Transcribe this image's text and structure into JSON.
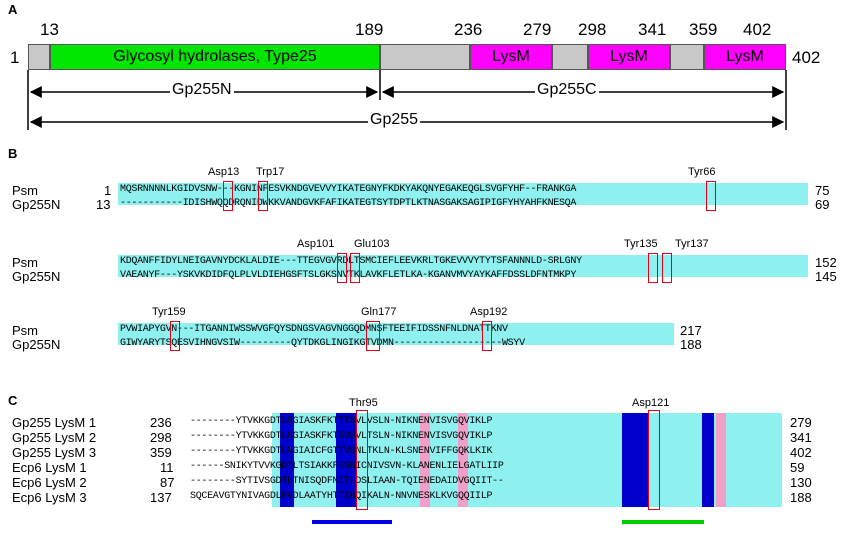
{
  "panel_a": {
    "letter": "A",
    "start": "1",
    "end": "402",
    "positions": [
      "13",
      "189",
      "236",
      "279",
      "298",
      "341",
      "359",
      "402"
    ],
    "domains": [
      {
        "label": "Glycosyl hydrolases, Type25",
        "color": "#00e600"
      },
      {
        "label": "LysM",
        "color": "#ff00ff"
      },
      {
        "label": "LysM",
        "color": "#ff00ff"
      },
      {
        "label": "LysM",
        "color": "#ff00ff"
      }
    ],
    "spacer_color": "#c8c8c8",
    "spans": [
      "Gp255N",
      "Gp255C",
      "Gp255"
    ]
  },
  "panel_b": {
    "letter": "B",
    "blocks": [
      {
        "residues": [
          "Asp13",
          "Trp17",
          "Tyr66"
        ],
        "rows": [
          {
            "name": "Psm",
            "start": "1",
            "seq": "MQSRNNNNLKGIDVSNW---KGNINFESVKNDGVEVVYIKATEGNYFKDKYAKQNYEGAKEQGLSVGFYHF--FRANKGA",
            "end": "75"
          },
          {
            "name": "Gp255N",
            "start": "13",
            "seq": "-----------IDISHWQQDRQNIDWKKVANDGVKFAFIKATEGTSYTDPTLKTNASGAKSAGIPIGFYHYAHFKNESQA",
            "end": "69"
          }
        ]
      },
      {
        "residues": [
          "Asp101",
          "Glu103",
          "Tyr135",
          "Tyr137"
        ],
        "rows": [
          {
            "name": "Psm",
            "start": "",
            "seq": "KDQANFFIDYLNEIGAVNYDCKLALDIE---TTEGVGVRDLTSMCIEFLEEVKRLTGKEVVVYTYTSFANNNLD-SRLGNY",
            "end": "152"
          },
          {
            "name": "Gp255N",
            "start": "",
            "seq": "VAEANYF---YSKVKDIDFQLPLVLDIEHGSFTSLGKSNVTKLAVKFLETLKA-KGANVMVYAYKAFFDSSLDFNTMKPY",
            "end": "145"
          }
        ]
      },
      {
        "residues": [
          "Tyr159",
          "Gln177",
          "Asp192"
        ],
        "rows": [
          {
            "name": "Psm",
            "start": "",
            "seq": "PVWIAPYGVN---ITGANNIWSSWVGFQYSDNGSVAGVNGGQDMNSFTEEIFIDSSNFNLDNATTKNV",
            "end": "217"
          },
          {
            "name": "Gp255N",
            "start": "",
            "seq": "GIWYARYTSQESVIHNGVSIW---------QYTDKGLINGIKGTVDMN-------------------WSYV",
            "end": "188"
          }
        ]
      }
    ]
  },
  "panel_c": {
    "letter": "C",
    "residues": [
      "Thr95",
      "Asp121"
    ],
    "rows": [
      {
        "name": "Gp255 LysM 1",
        "start": "236",
        "seq": "--------YTVKKGDTLGGIASKFKTTTSVLVSLN-NIKNENVISVGQVIKLP",
        "end": "279"
      },
      {
        "name": "Gp255 LysM 2",
        "start": "298",
        "seq": "--------YTVKKGDTLGGIASKFKTSVSVLTSLN-NIKNENVISVGQVIKLP",
        "end": "341"
      },
      {
        "name": "Gp255 LysM 3",
        "start": "359",
        "seq": "--------YTVKKGDTLNGIAICFGTTVSNLTKLN-KLSNENVIFFGQKLKIK",
        "end": "402"
      },
      {
        "name": "Ecp6 LysM 1",
        "start": "11",
        "seq": "------SNIKYTVVKGDTLTSIAKKFKSGICNIVSVN-KLANENLIELGATLIIP",
        "end": "59"
      },
      {
        "name": "Ecp6 LysM 2",
        "start": "87",
        "seq": "--------SYTIVSGDTLTNISQDFNITLDSLIAAN-TQIENEDAIDVGQIIT--",
        "end": "130"
      },
      {
        "name": "Ecp6 LysM 3",
        "start": "137",
        "seq": "SQCEAVGTYNIVAGDLFVDLAATYHTTIGQIKALN-NNVNESKLKVGQQIILP",
        "end": "188"
      }
    ],
    "underline_colors": [
      "#0000e6",
      "#00cc00"
    ]
  }
}
